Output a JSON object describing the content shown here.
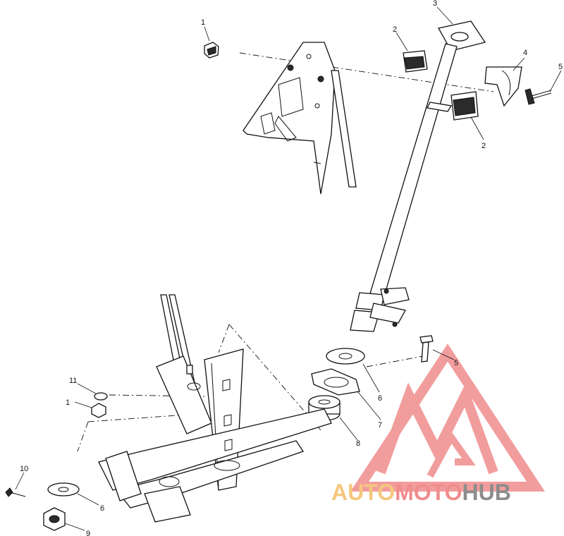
{
  "callouts": [
    {
      "id": "c1a",
      "text": "1"
    },
    {
      "id": "c2a",
      "text": "2"
    },
    {
      "id": "c3",
      "text": "3"
    },
    {
      "id": "c4",
      "text": "4"
    },
    {
      "id": "c5a",
      "text": "5"
    },
    {
      "id": "c2b",
      "text": "2"
    },
    {
      "id": "c5b",
      "text": "5"
    },
    {
      "id": "c11",
      "text": "11"
    },
    {
      "id": "c1b",
      "text": "1"
    },
    {
      "id": "c6a",
      "text": "6"
    },
    {
      "id": "c7",
      "text": "7"
    },
    {
      "id": "c8",
      "text": "8"
    },
    {
      "id": "c10",
      "text": "10"
    },
    {
      "id": "c6b",
      "text": "6"
    },
    {
      "id": "c9",
      "text": "9"
    }
  ],
  "watermark": {
    "part1": "AUTO",
    "part2": "MOTO",
    "part3": "HUB",
    "color_auto": "#f5c77e",
    "color_moto": "#f08c8c",
    "color_hub": "#8c8c8c",
    "logo_color": "#f08c8c"
  }
}
